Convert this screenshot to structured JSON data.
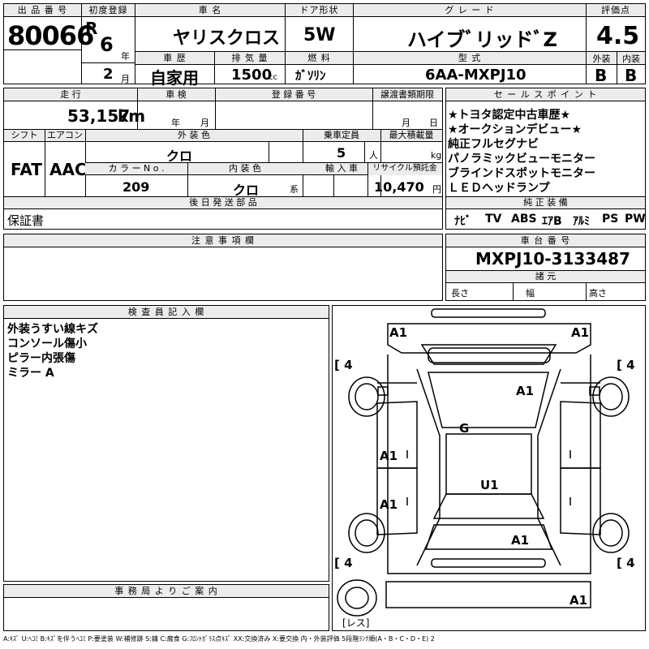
{
  "header": {
    "lot_label": "出 品 番 号",
    "lot_number": "80066",
    "first_reg_label": "初度登録",
    "era_mark": "R",
    "year": "6",
    "year_unit": "年",
    "month": "2",
    "month_unit": "月",
    "car_name_label": "車 名",
    "car_name": "ヤリスクロス",
    "door_label": "ドア形状",
    "door": "5W",
    "grade_label": "グ レ ー ド",
    "grade": "ハイブﾞリッドﾞZ",
    "score_label": "評価点",
    "score": "4.5",
    "history_label": "車 歴",
    "history": "自家用",
    "displacement_label": "排 気 量",
    "displacement": "1500",
    "displacement_unit": "cc",
    "fuel_label": "燃 料",
    "fuel": "ｶﾞｿﾘﾝ",
    "model_label": "型 式",
    "model": "6AA-MXPJ10",
    "exterior_label": "外装",
    "exterior_score": "B",
    "interior_label": "内装",
    "interior_score": "B"
  },
  "mid": {
    "mileage_label": "走 行",
    "mileage": "53,157",
    "mileage_unit": "km",
    "inspection_label": "車 検",
    "inspection_year_unit": "年",
    "inspection_month_unit": "月",
    "reg_label": "登 録 番 号",
    "transfer_label": "譲渡書類期限",
    "transfer_month_unit": "月",
    "transfer_day_unit": "日",
    "shift_label": "シフト",
    "shift": "FAT",
    "ac_label": "エアコン",
    "ac": "AAC",
    "ext_color_label": "外 装 色",
    "ext_color": "クロ",
    "capacity_label": "乗車定員",
    "capacity": "5",
    "capacity_unit": "人",
    "maxload_label": "最大積載量",
    "maxload_unit": "kg",
    "color_no_label": "カ ラ ー N o .",
    "color_no": "209",
    "int_color_label": "内 装 色",
    "int_color": "クロ",
    "int_color_unit": "系",
    "import_label": "輸 入 車",
    "recycle_label": "リサイクル預託金",
    "recycle": "10,470",
    "recycle_unit": "円",
    "later_parts_label": "後 日 発 送 部 品",
    "later_parts": "保証書"
  },
  "sales": {
    "label": "セ ー ル ス ポ イ ン ト",
    "points": [
      "★トヨタ認定中古車歴★",
      "★オークションデビュー★",
      "純正フルセグナビ",
      "パノラミックビューモニター",
      "ブラインドスポットモニター",
      "ＬＥＤヘッドランプ"
    ],
    "equip_label": "純 正 装 備",
    "equipment": [
      "ﾅﾋﾞ",
      "TV",
      "ABS",
      "ｴｱB",
      "ｱﾙﾐ",
      "PS",
      "PW"
    ]
  },
  "notes": {
    "label": "注 意 事 項 欄"
  },
  "frame": {
    "label": "車 台 番 号",
    "number": "MXPJ10-3133487",
    "specs_label": "諸 元",
    "length_label": "長さ",
    "width_label": "幅",
    "height_label": "高さ"
  },
  "inspector": {
    "label": "検 査 員 記 入 欄",
    "lines": [
      "外装うすい線キズ",
      "コンソール傷小",
      "ピラー内張傷",
      "ミラー A"
    ]
  },
  "office": {
    "label": "事 務 局 よ り ご 案 内"
  },
  "diagram": {
    "marks": [
      "A1",
      "A1",
      "A1",
      "G",
      "A1",
      "A1",
      "U1",
      "A1",
      "A1"
    ],
    "tires": [
      "4",
      "4",
      "4",
      "4"
    ],
    "spare": "レス"
  },
  "legend": "A:ｷｽﾞ U:ﾍｺﾐ B:ｷｽﾞを伴うﾍｺﾐ P:要塗装 W:補修跡 S:錆 C:腐食 G:ﾌﾛﾝﾄｶﾞﾗｽ点ｷｽﾞ XX:交換済み X:要交換 内・外装評価 5段階ﾗﾝｸ順(A・B・C・D・E) 2"
}
